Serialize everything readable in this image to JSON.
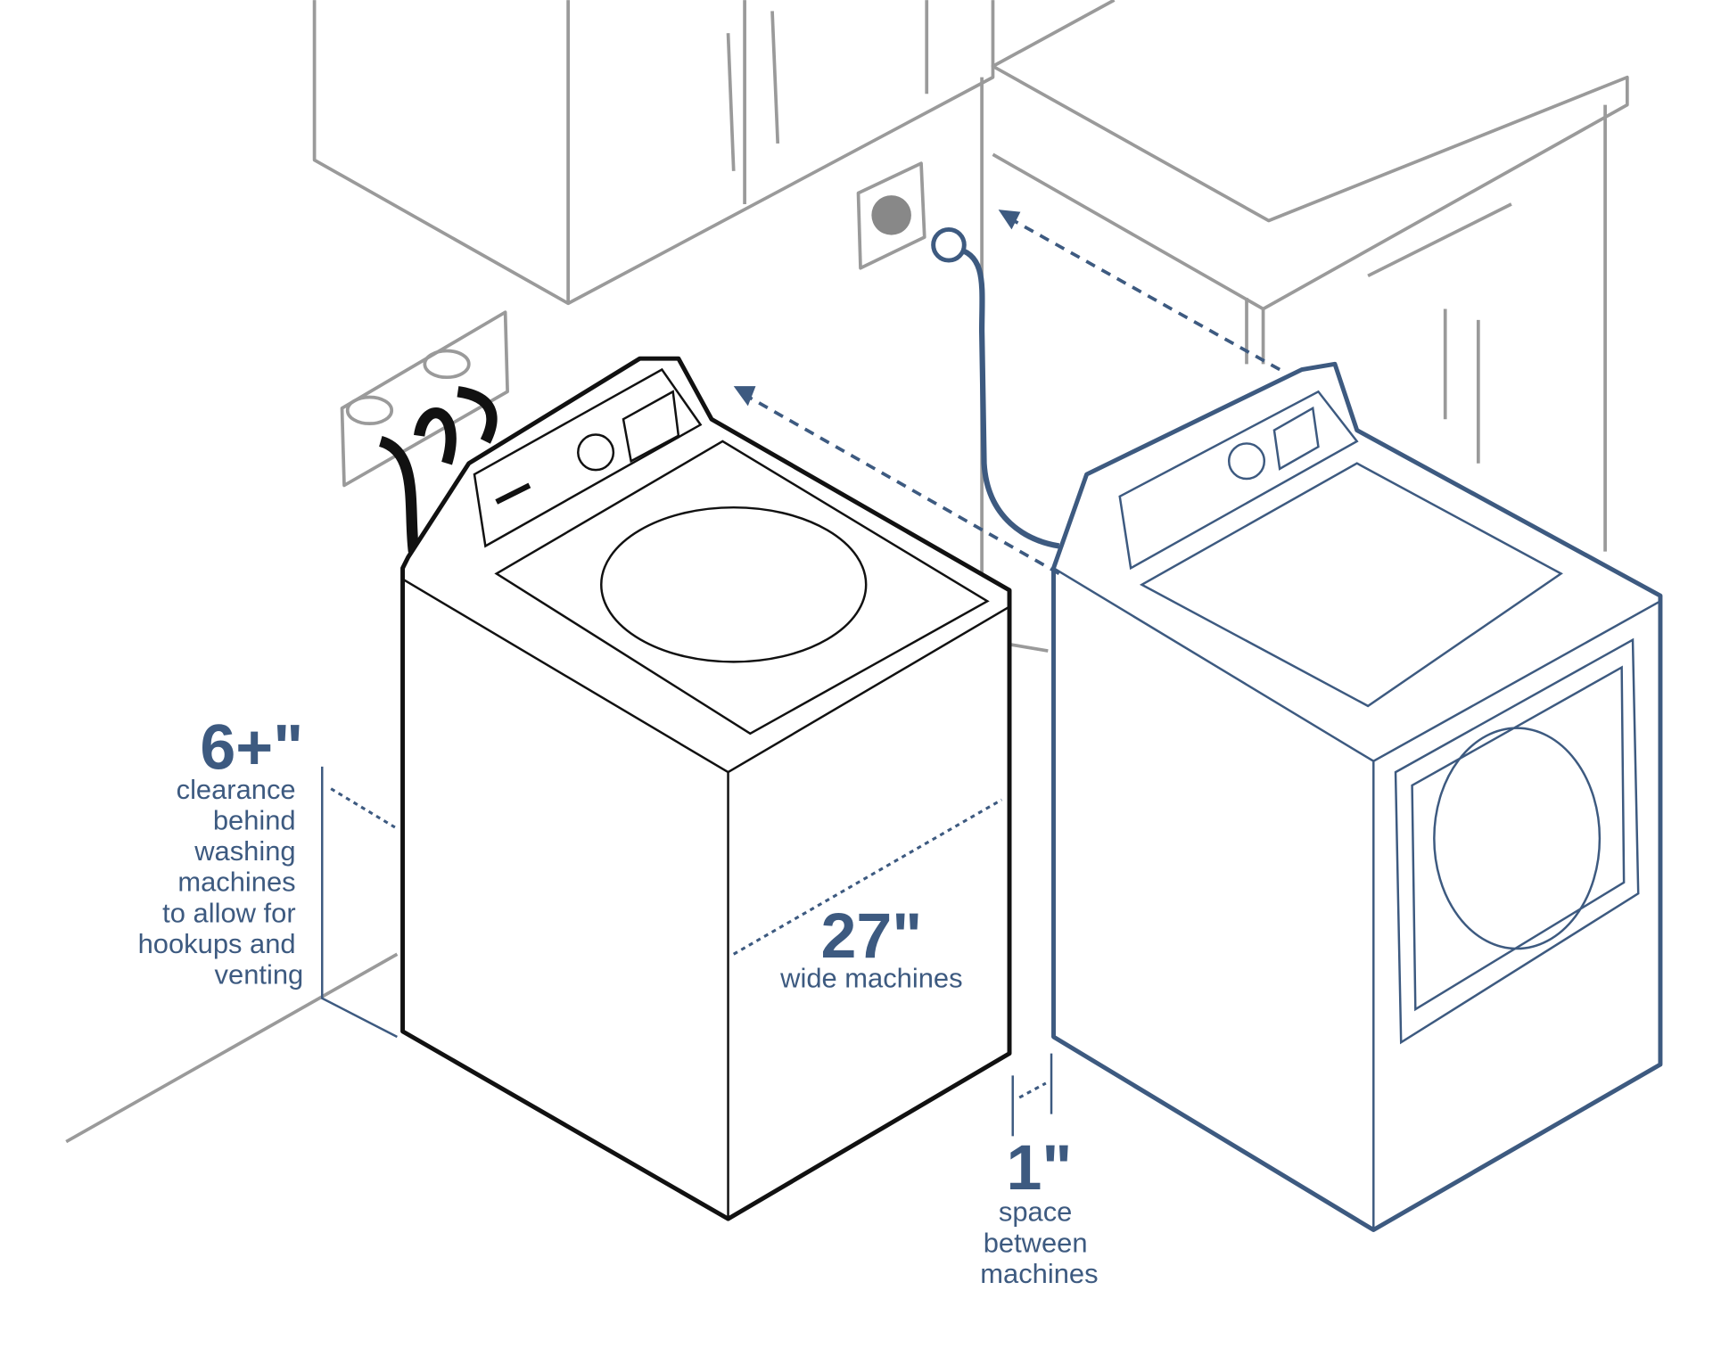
{
  "colors": {
    "accent": "#3d5a80",
    "washer": "#111111",
    "cabinet": "#9a9a9a"
  },
  "labels": {
    "clearance": {
      "value": "6+\"",
      "lines": [
        "clearance",
        "behind",
        "washing",
        "machines",
        "to allow for",
        "hookups and",
        "venting"
      ]
    },
    "width": {
      "value": "27\"",
      "caption": "wide machines"
    },
    "spacing": {
      "value": "1\"",
      "lines": [
        "space",
        "between",
        "machines"
      ]
    }
  }
}
